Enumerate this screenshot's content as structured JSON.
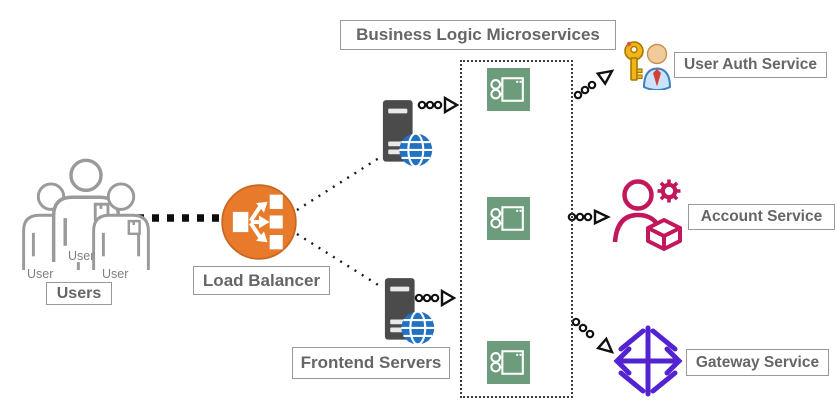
{
  "title": "Business Logic Microservices",
  "users": {
    "caption": "Users",
    "members": [
      "User",
      "User",
      "User"
    ]
  },
  "load_balancer": {
    "caption": "Load Balancer"
  },
  "frontend": {
    "caption": "Frontend Servers"
  },
  "services": {
    "auth": {
      "caption": "User Auth Service"
    },
    "account": {
      "caption": "Account Service"
    },
    "gateway": {
      "caption": "Gateway Service"
    }
  },
  "icons": {
    "users-icon": "three overlapping person outlines",
    "load-balancer-icon": "orange circle with fan-out arrows",
    "server-icon": "dark server tower with blue globe",
    "microservice-icon": "green square with UML component glyph",
    "auth-key-icon": "gold key with user avatar",
    "account-icon": "crimson person with gear and cube",
    "gateway-icon": "purple diamond with crossed arrows",
    "edge-arrow-icon": "dotted line with three rings and open triangle"
  },
  "colors": {
    "lb_orange": "#E87A2B",
    "ms_green": "#6C9C7C",
    "server_gray": "#4B4B4B",
    "globe_blue": "#2272C3",
    "account_crimson": "#C2185B",
    "gateway_purple": "#5323D1",
    "key_gold": "#F2B517",
    "text_gray": "#666666",
    "border_gray": "#999999",
    "user_outline": "#9A9A9A",
    "edge_black": "#1A1A1A"
  }
}
